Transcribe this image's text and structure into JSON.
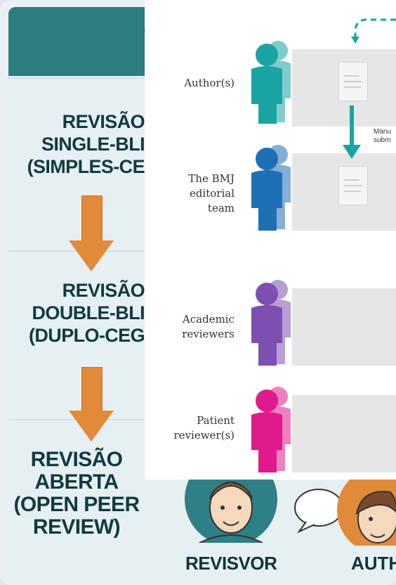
{
  "infographic": {
    "title_lines": [
      "O PILA",
      "FORM"
    ],
    "steps": [
      {
        "lines": [
          "REVISÃO",
          "SINGLE-BLI",
          "(SIMPLES-CE"
        ]
      },
      {
        "lines": [
          "REVISÃO",
          "DOUBLE-BLI",
          "(DUPLO-CEG"
        ]
      },
      {
        "lines": [
          "REVISÃO",
          "ABERTA",
          "(OPEN PEER",
          "REVIEW)"
        ]
      }
    ],
    "avatar_labels": {
      "reviewer": "REVISVOR",
      "author": "AUTH"
    },
    "colors": {
      "band": "#2d7e81",
      "arrow": "#e08a3a",
      "text": "#123a40"
    }
  },
  "figure": {
    "roles": [
      {
        "label_lines": [
          "Author(s)"
        ],
        "color": "#1aa3a3"
      },
      {
        "label_lines": [
          "The BMJ",
          "editorial",
          "team"
        ],
        "color": "#1f6fb5"
      },
      {
        "label_lines": [
          "Academic",
          "reviewers"
        ],
        "color": "#7d4fb0"
      },
      {
        "label_lines": [
          "Patient",
          "reviewer(s)"
        ],
        "color": "#e0198c"
      }
    ],
    "arrow_note_lines": [
      "Manu",
      "subm"
    ],
    "accent": "#1aa3a3"
  }
}
